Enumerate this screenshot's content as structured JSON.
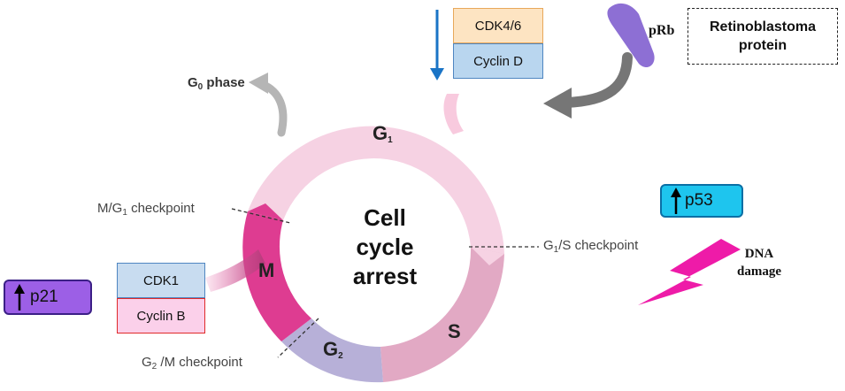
{
  "center": {
    "line1": "Cell",
    "line2": "cycle",
    "line3": "arrest"
  },
  "phases": {
    "g1": "G",
    "g1_sub": "1",
    "s": "S",
    "g2": "G",
    "g2_sub": "2",
    "m": "M"
  },
  "g0": {
    "main": "G",
    "sub": "0",
    "rest": " phase"
  },
  "checkpoints": {
    "mg1": {
      "pre": "M/G",
      "sub": "1",
      "post": " checkpoint"
    },
    "g1s": {
      "pre": "G",
      "sub": "1",
      "post": "/S checkpoint"
    },
    "g2m": {
      "pre": "G",
      "sub": "2",
      "post": " /M checkpoint"
    }
  },
  "cdk46": "CDK4/6",
  "cyclin_d": "Cyclin D",
  "cdk1": "CDK1",
  "cyclin_b": "Cyclin B",
  "prb": "pRb",
  "retinoblastoma": {
    "line1": "Retinoblastoma",
    "line2": "protein"
  },
  "p53": "p53",
  "p21": "p21",
  "dna_damage": {
    "line1": "DNA",
    "line2": "damage"
  },
  "colors": {
    "g1": "#f6d2e3",
    "s": "#e2a9c4",
    "g2": "#b7b0d8",
    "m": "#de3c91",
    "p53": "#1ec5ee",
    "p21": "#9c5fe6",
    "pink_bolt": "#ee1ba8",
    "prb": "#8d6fd4",
    "down_arrow": "#1a74c6"
  }
}
